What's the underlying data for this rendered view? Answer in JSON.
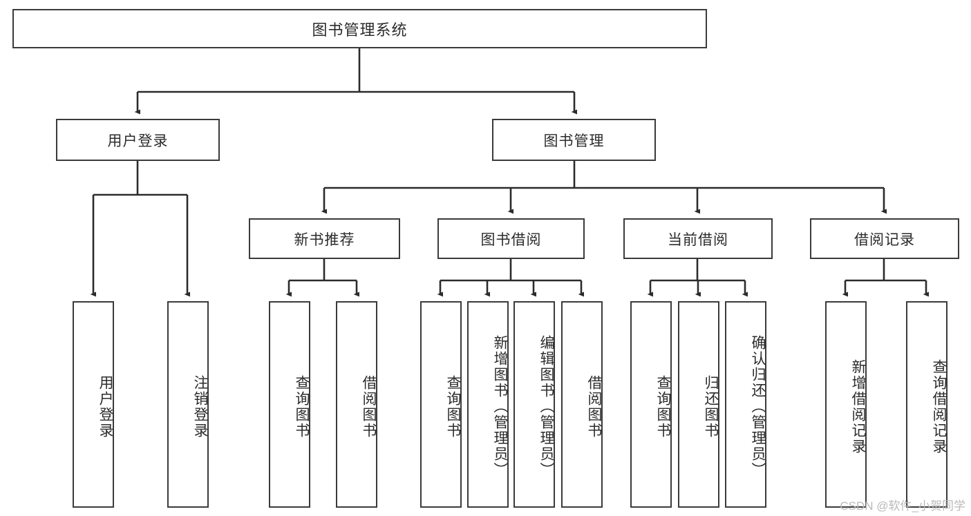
{
  "diagram": {
    "type": "tree-hierarchy",
    "title": "图书管理系统",
    "watermark": "CSDN @软件_小贺同学",
    "colors": {
      "box_border": "#3a3a3a",
      "box_fill": "#ffffff",
      "connector": "#2b2b2b",
      "text": "#2b2b2b",
      "watermark": "#b9b9b9",
      "background": "#ffffff"
    },
    "nodes": {
      "root": {
        "label": "图书管理系统"
      },
      "level2": [
        {
          "label": "用户登录"
        },
        {
          "label": "图书管理"
        }
      ],
      "level3": [
        {
          "label": "新书推荐"
        },
        {
          "label": "图书借阅"
        },
        {
          "label": "当前借阅"
        },
        {
          "label": "借阅记录"
        }
      ],
      "leaves_user_login": [
        {
          "label": "用户登录"
        },
        {
          "label": "注销登录"
        }
      ],
      "leaves_new_book": [
        {
          "label": "查询图书"
        },
        {
          "label": "借阅图书"
        }
      ],
      "leaves_borrow": [
        {
          "label": "查询图书"
        },
        {
          "label": "新增图书（管理员）"
        },
        {
          "label": "编辑图书（管理员）"
        },
        {
          "label": "借阅图书"
        }
      ],
      "leaves_current": [
        {
          "label": "查询图书"
        },
        {
          "label": "归还图书"
        },
        {
          "label": "确认归还（管理员）"
        }
      ],
      "leaves_records": [
        {
          "label": "新增借阅记录"
        },
        {
          "label": "查询借阅记录"
        }
      ]
    }
  }
}
